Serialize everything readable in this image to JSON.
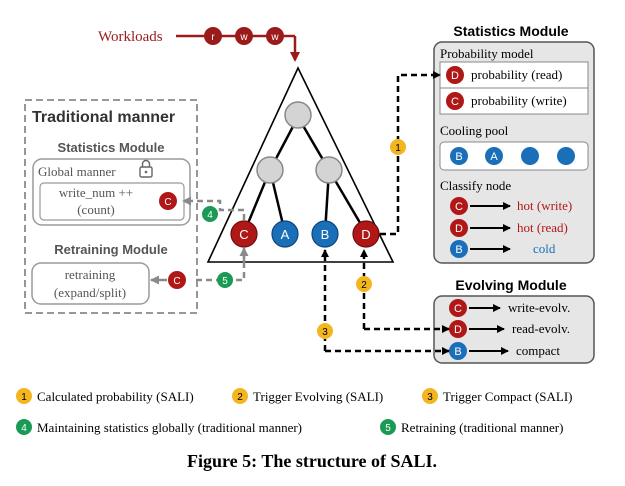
{
  "workloads": {
    "label": "Workloads",
    "ops": [
      "r",
      "w",
      "w"
    ]
  },
  "tree": {
    "leaves": [
      "C",
      "A",
      "B",
      "D"
    ]
  },
  "traditional": {
    "title": "Traditional manner",
    "stats_title": "Statistics Module",
    "global_manner": "Global manner",
    "write_num": "write_num ++",
    "count": "(count)",
    "retraining_title": "Retraining Module",
    "retraining": "retraining",
    "expand_split": "(expand/split)",
    "node": "C"
  },
  "statistics": {
    "title": "Statistics Module",
    "prob_model": "Probability model",
    "prob_rows": [
      {
        "node": "D",
        "text": "probability (read)"
      },
      {
        "node": "C",
        "text": "probability (write)"
      }
    ],
    "cooling_title": "Cooling pool",
    "cooling_nodes": [
      "B",
      "A",
      "",
      ""
    ],
    "classify_title": "Classify node",
    "classify_rows": [
      {
        "node": "C",
        "text": "hot (write)",
        "color": "#b01818"
      },
      {
        "node": "D",
        "text": "hot (read)",
        "color": "#b01818"
      },
      {
        "node": "B",
        "text": "cold",
        "color": "#1a6fb8"
      }
    ]
  },
  "evolving": {
    "title": "Evolving Module",
    "rows": [
      {
        "node": "C",
        "text": "write-evolv."
      },
      {
        "node": "D",
        "text": "read-evolv."
      },
      {
        "node": "B",
        "text": "compact"
      }
    ]
  },
  "markers": {
    "m1": "1",
    "m2": "2",
    "m3": "3",
    "m4": "4",
    "m5": "5"
  },
  "legend": [
    {
      "num": "1",
      "text": "Calculated probability (SALI)",
      "color": "#f3b61f"
    },
    {
      "num": "2",
      "text": "Trigger Evolving (SALI)",
      "color": "#f3b61f"
    },
    {
      "num": "3",
      "text": "Trigger Compact (SALI)",
      "color": "#f3b61f"
    },
    {
      "num": "4",
      "text": "Maintaining statistics globally (traditional manner)",
      "color": "#1a9a55"
    },
    {
      "num": "5",
      "text": "Retraining (traditional manner)",
      "color": "#1a9a55"
    }
  ],
  "caption": "Figure 5: The structure of SALI.",
  "colors": {
    "red_node": "#b01818",
    "blue_node": "#1a6fb8",
    "gray_node": "#d4d4d4",
    "yellow_marker": "#f3b61f",
    "green_marker": "#1a9a55",
    "workload_red": "#9b1b1b",
    "panel_bg": "#e6e6e6"
  }
}
